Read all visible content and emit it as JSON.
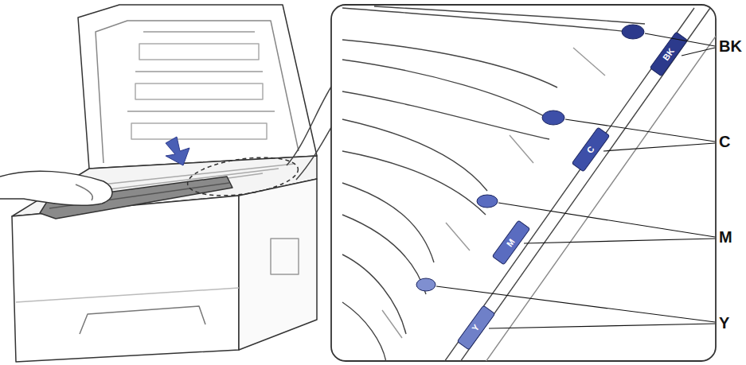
{
  "diagram": {
    "labels": [
      "BK",
      "C",
      "M",
      "Y",
      "BK",
      "C",
      "M",
      "Y"
    ]
  }
}
